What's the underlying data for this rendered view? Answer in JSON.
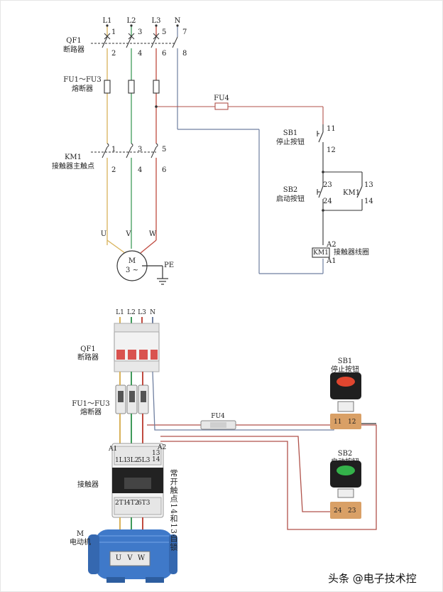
{
  "schematic": {
    "terminals_top": [
      "L1",
      "L2",
      "L3",
      "N"
    ],
    "qf1_numbers_top": [
      "1",
      "3",
      "5",
      "7"
    ],
    "qf1_numbers_bottom": [
      "2",
      "4",
      "6",
      "8"
    ],
    "qf1_label": [
      "QF1",
      "断路器"
    ],
    "fuse_label": [
      "FU1～FU3",
      "熔断器"
    ],
    "km1_main_label": [
      "KM1",
      "接触器主触点"
    ],
    "km1_numbers_top": [
      "1",
      "3",
      "5"
    ],
    "km1_numbers_bottom": [
      "2",
      "4",
      "6"
    ],
    "motor_phases": [
      "U",
      "V",
      "W"
    ],
    "motor_symbol": "M",
    "motor_sub": "3 ~",
    "pe": "PE",
    "fu4": "FU4",
    "sb1_label": [
      "SB1",
      "停止按钮"
    ],
    "sb1_numbers": [
      "11",
      "12"
    ],
    "sb2_label": [
      "SB2",
      "启动按钮"
    ],
    "sb2_numbers": [
      "23",
      "24"
    ],
    "km1_aux": "KM1",
    "km1_aux_numbers": [
      "13",
      "14"
    ],
    "coil_numbers": [
      "A2",
      "A1"
    ],
    "coil_box": "KM1",
    "coil_label": "接触器线圈"
  },
  "wiring": {
    "terminals_top": [
      "L1",
      "L2",
      "L3",
      "N"
    ],
    "qf1_label": [
      "QF1",
      "断路器"
    ],
    "fuse_label": [
      "FU1～FU3",
      "熔断器"
    ],
    "fu4": "FU4",
    "sb1_label": [
      "SB1",
      "停止按钮"
    ],
    "sb1_numbers": [
      "11",
      "12"
    ],
    "sb2_label": [
      "SB2",
      "启动按钮"
    ],
    "sb2_numbers": [
      "24",
      "23"
    ],
    "contactor_label": "接触器",
    "contactor_left_top": "A1",
    "contactor_right_top": [
      "A2",
      "13",
      "14"
    ],
    "contactor_top_terms": [
      "1L1",
      "3L2",
      "5L3"
    ],
    "contactor_bottom_terms": [
      "2T1",
      "4T2",
      "6T3"
    ],
    "contactor_note": "常开触点14和13自锁",
    "motor_label": [
      "M",
      "电动机"
    ],
    "motor_terms": [
      "U",
      "V",
      "W"
    ]
  },
  "watermark": "头条 @电子技术控",
  "colors": {
    "phase_l1": "#d8b25a",
    "phase_l2": "#3f9a5a",
    "phase_l3": "#c04a3f",
    "neutral": "#6f7fa0",
    "control_red": "#b0524a",
    "control_black": "#333333",
    "stop_button": "#e0462f",
    "start_button": "#34b24a",
    "motor_body": "#3f79c9"
  }
}
